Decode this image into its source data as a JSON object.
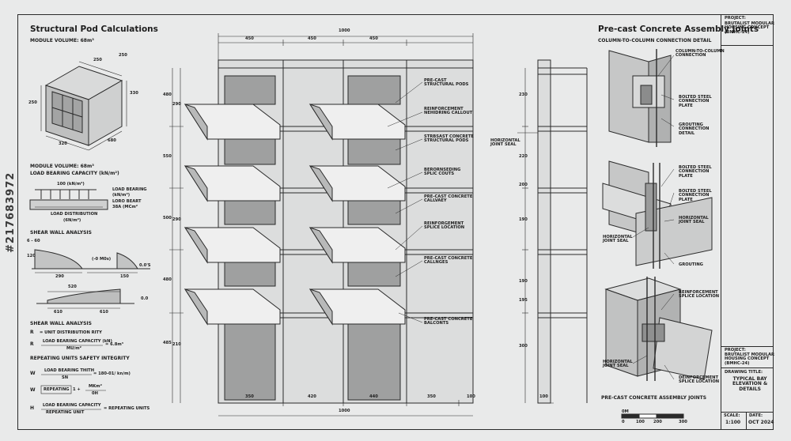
{
  "left": {
    "title": "Structural Pod Calculations",
    "module_volume_1": "MODULE VOLUME: 68m³",
    "cube_dims": {
      "top_a": "250",
      "top_b": "250",
      "left": "250",
      "right": "330",
      "bottom_a": "320",
      "bottom_b": "680"
    },
    "module_volume_2": "MODULE VOLUME: 68m³",
    "load_capacity": "LOAD BEARING CAPACITY (kN/m²)",
    "load_top": "100 (kN/m²)",
    "load_right_1": "LOAD BEARING",
    "load_right_2": "(kN/m²)",
    "load_right_3": "LORO BEART",
    "load_right_4": "38A (MCm²",
    "load_dist_1": "LOAD DISTRIBUTION",
    "load_dist_2": "(6N/m²)",
    "shear_1": "SHEAR WALL ANALYSIS",
    "shear_dims": {
      "a": "6 - 60",
      "b": "120",
      "c": "290",
      "d": "150",
      "e": "(-0 M0s)",
      "f": "0.0'S"
    },
    "shear_dims2": {
      "a": "520",
      "b": "610",
      "c": "610",
      "d": "0.0"
    },
    "shear_2": "SHEAR WALL ANALYSIS",
    "f1_label": "R",
    "f1_text": "= UNIT DISTRIBUTION RITY",
    "f2_label": "R",
    "f2_num": "LOAD BEARING CAPACITY (kN)",
    "f2_den": "MU/m²",
    "f2_res": "= 6.8m³",
    "repeat": "REPEATING UNITS SAFETY INTEGRITY",
    "f3_label": "W",
    "f3_num": "LOAD BEARING THITH",
    "f3_den": "SN",
    "f3_res": "= 180-01/ kn/m)",
    "f4_label": "W",
    "f4_box": "REPEATING",
    "f4_mid": "1 +",
    "f4_num": "MKm²",
    "f4_den": "0H",
    "f5_label": "H",
    "f5_num": "LOAD BEARING CAPACITY",
    "f5_den": "REPEATING UNIT",
    "f5_res": "= REPEATING UNITS"
  },
  "elevation": {
    "top_total": "1000",
    "top_dims": [
      "450",
      "450",
      "450"
    ],
    "bottom_dims": [
      "350",
      "420",
      "440",
      "350",
      "100"
    ],
    "bottom_total": "1000",
    "left_dims": [
      "480",
      "550",
      "500",
      "480",
      "485"
    ],
    "left_dims_b": [
      "290",
      "290",
      "210"
    ],
    "callouts": [
      "PRE-CAST\nSTRUCTURAL PODS",
      "REINFORCEMENT\nNEHIDRING CALLOUT",
      "STRBSAST CONCRETE\nSTRUCTURAL PODS",
      "BERORNSEDING\nSPLIC COUTS",
      "PRE-CAST CONCRETE\nCALLVAEY",
      "REINFORGEMENT\nSPLICE LOCATION",
      "PRE-CAST CONCRETE\nCALLNGES",
      "PRE-CAST CONCRETE\nBALCONTS"
    ]
  },
  "section": {
    "horiz_joint": "HORIZONTAL\nJOINT SEAL",
    "dims": [
      "230",
      "220",
      "200",
      "190",
      "190",
      "195",
      "300"
    ],
    "bottom": "100"
  },
  "right": {
    "title": "Pre-cast Concrete Assembly Joints",
    "subtitle": "COLUMN-TO-COLUMN CONNECTION DETAIL",
    "labels_1": [
      "COLUMN-TO-COLUMN\nCONNECTION",
      "BOLTED STEEL\nCONNECTION\nPLATE",
      "GROUTING\nCONNECTION\nDETAIL"
    ],
    "labels_2": [
      "BOLTED STEEL\nCONNECTION\nPLATE",
      "BOLTED STEEL\nCONNECTION\nPLATE",
      "HORIZONTAL\nJOINT SEAL",
      "HORIZONTAL\nJOINT SEAL",
      "GROUTING"
    ],
    "labels_3": [
      "REINFORCEMENT\nSPLICE LOCATION",
      "HORIZONTAL\nJOINT SEAL",
      "DEINFORCEMENT\nSPLICE LOCATION"
    ],
    "footer": "PRE-CAST CONCRETE ASSEMBLY JOINTS",
    "scale_labels": [
      "0M",
      "0",
      "100",
      "200",
      "300"
    ]
  },
  "titleblock": {
    "project_label": "PROJECT:",
    "project_text": "BRUTALIST MODULAR\nHOUSING CONCEPT\n(BMHC-24)",
    "project_label_2": "PROJECT:",
    "project_text_2": "BRUTALIST MODULAR\nHOUSING CONCEPT\n(BMHC-24)",
    "drawing_label": "DRAWING TITLE:",
    "drawing_text": "TYPICAL BAY\nELEVATION &\nDETAILS",
    "scale_label": "SCALE:",
    "scale_value": "1:100",
    "date_label": "DATE:",
    "date_value": "OCT 2024"
  },
  "watermark": "#217683972"
}
